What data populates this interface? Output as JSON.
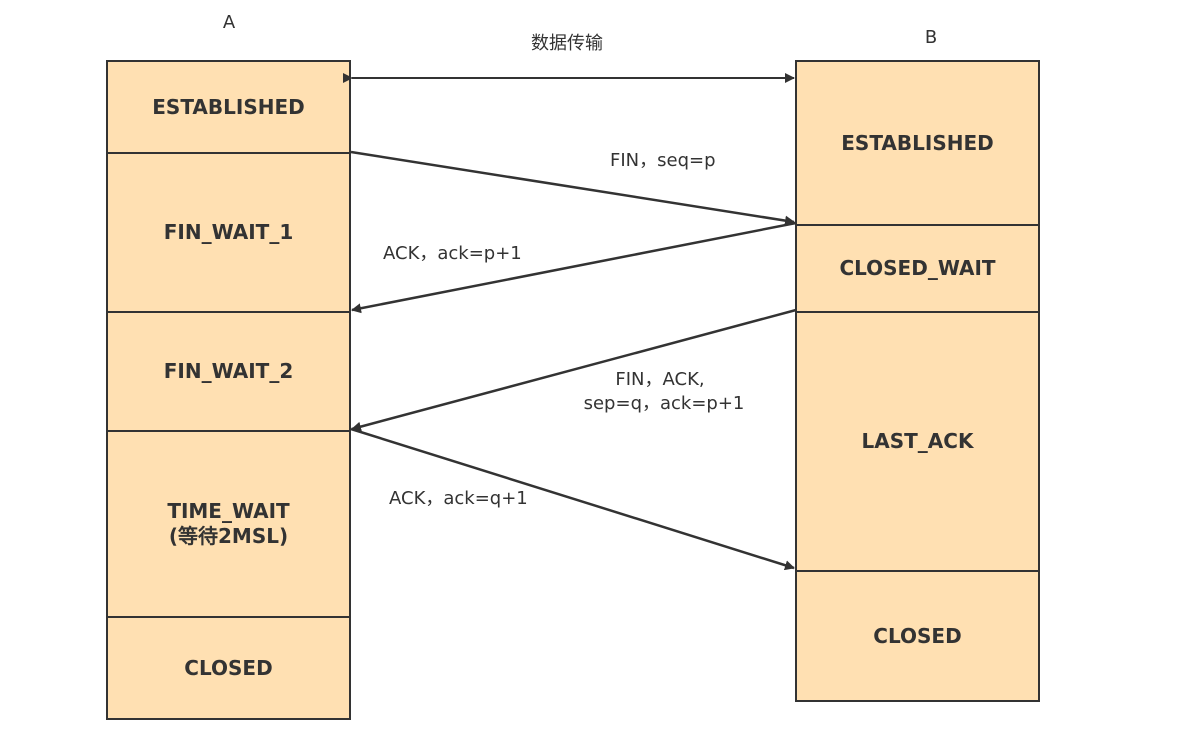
{
  "header": {
    "host_a": "A",
    "host_b": "B",
    "data_transfer": "数据传输"
  },
  "host_a_states": [
    "ESTABLISHED",
    "FIN_WAIT_1",
    "FIN_WAIT_2",
    "TIME_WAIT\n(等待2MSL)",
    "CLOSED"
  ],
  "host_b_states": [
    "ESTABLISHED",
    "CLOSED_WAIT",
    "LAST_ACK",
    "CLOSED"
  ],
  "messages": {
    "fin_a": "FIN，seq=p",
    "ack_b": "ACK，ack=p+1",
    "fin_b_line1": "FIN，ACK,",
    "fin_b_line2": "sep=q，ack=p+1",
    "ack_a": "ACK，ack=q+1"
  },
  "colors": {
    "box_fill": "#ffe0b2",
    "line": "#333333"
  }
}
